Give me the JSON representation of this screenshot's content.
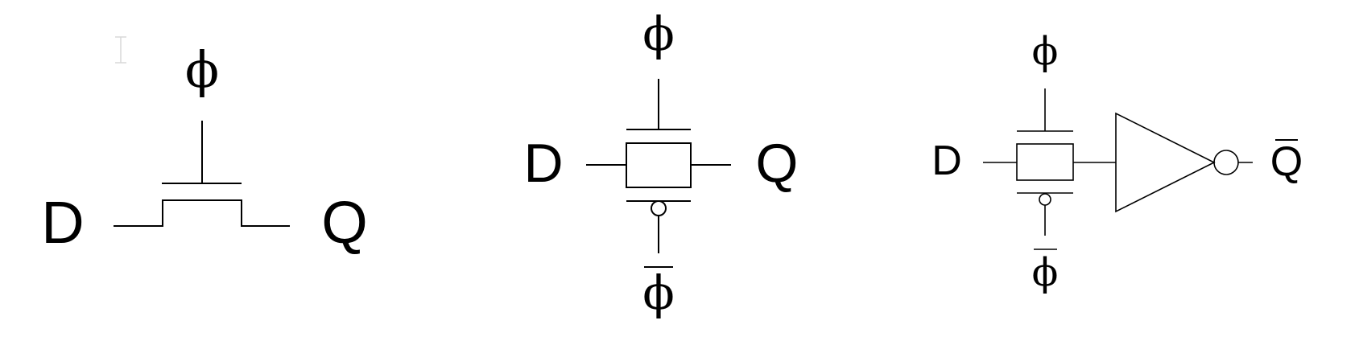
{
  "circuits": [
    {
      "id": "nmos-pass-transistor",
      "input_label": "D",
      "output_label": "Q",
      "gate_label": "ϕ"
    },
    {
      "id": "transmission-gate",
      "input_label": "D",
      "output_label": "Q",
      "gate_label": "ϕ",
      "gate_bar_label": "ϕ"
    },
    {
      "id": "transmission-gate-with-inverter",
      "input_label": "D",
      "output_label": "Q",
      "gate_label": "ϕ",
      "gate_bar_label": "ϕ"
    }
  ]
}
